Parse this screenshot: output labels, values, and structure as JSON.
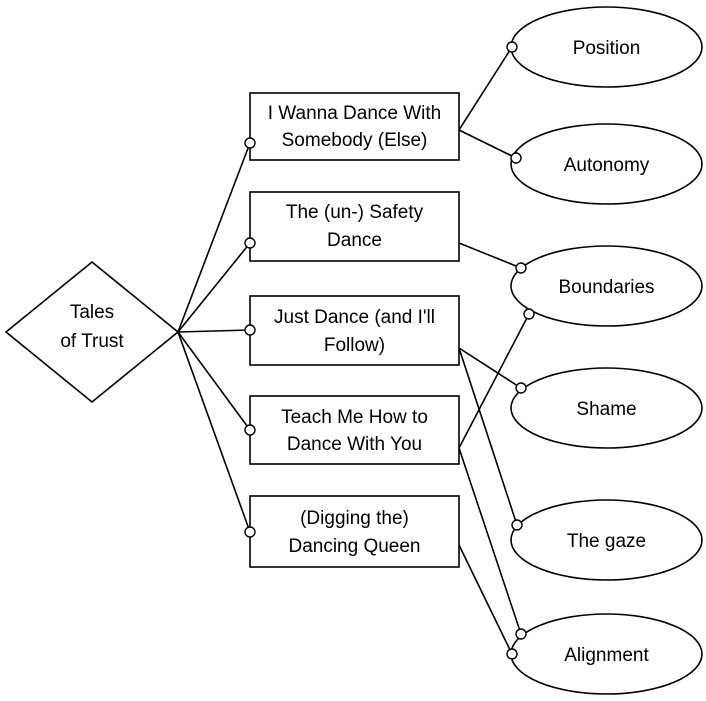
{
  "root": {
    "id": "tales",
    "lines": [
      "Tales",
      "of Trust"
    ]
  },
  "songs": [
    {
      "id": "s1",
      "lines": [
        "I Wanna Dance With",
        "Somebody (Else)"
      ]
    },
    {
      "id": "s2",
      "lines": [
        "The (un-) Safety",
        "Dance"
      ]
    },
    {
      "id": "s3",
      "lines": [
        "Just Dance (and I'll",
        "Follow)"
      ]
    },
    {
      "id": "s4",
      "lines": [
        "Teach Me How to",
        "Dance With You"
      ]
    },
    {
      "id": "s5",
      "lines": [
        "(Digging the)",
        "Dancing Queen"
      ]
    }
  ],
  "themes": [
    {
      "id": "t1",
      "label": "Position"
    },
    {
      "id": "t2",
      "label": "Autonomy"
    },
    {
      "id": "t3",
      "label": "Boundaries"
    },
    {
      "id": "t4",
      "label": "Shame"
    },
    {
      "id": "t5",
      "label": "The gaze"
    },
    {
      "id": "t6",
      "label": "Alignment"
    }
  ],
  "links": [
    {
      "from": "s1",
      "to": "t1"
    },
    {
      "from": "s1",
      "to": "t2"
    },
    {
      "from": "s2",
      "to": "t3"
    },
    {
      "from": "s3",
      "to": "t4"
    },
    {
      "from": "s3",
      "to": "t5"
    },
    {
      "from": "s4",
      "to": "t3"
    },
    {
      "from": "s4",
      "to": "t6"
    },
    {
      "from": "s5",
      "to": "t6"
    }
  ]
}
